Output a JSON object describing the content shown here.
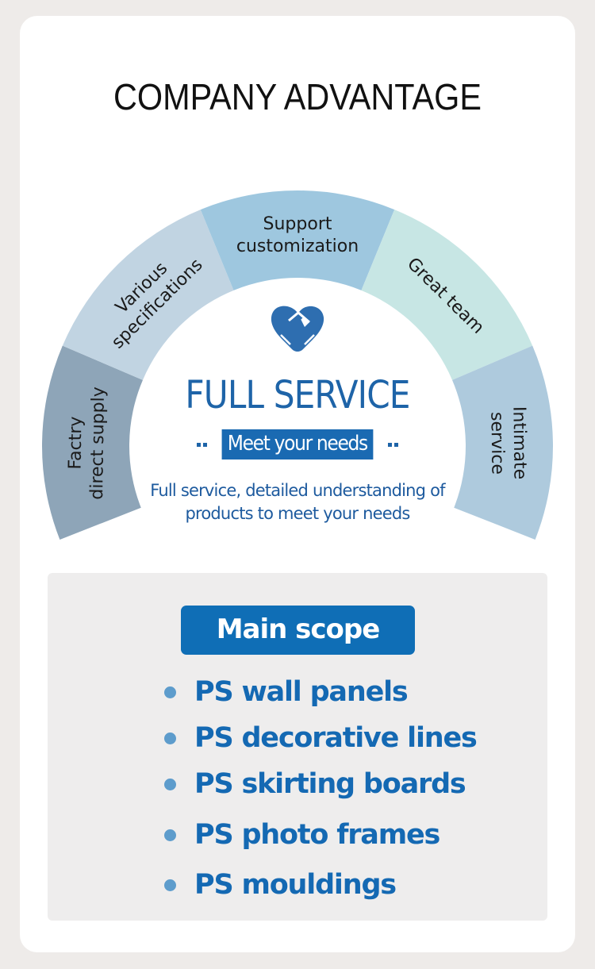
{
  "title": "COMPANY ADVANTAGE",
  "arc_segments": [
    {
      "lines": [
        "Factry",
        "direct supply"
      ],
      "color": "#8ea5b8"
    },
    {
      "lines": [
        "Various",
        "specifications"
      ],
      "color": "#c1d4e2"
    },
    {
      "lines": [
        "Support",
        "customization"
      ],
      "color": "#9ec7df"
    },
    {
      "lines": [
        "Great team"
      ],
      "color": "#c7e6e4"
    },
    {
      "lines": [
        "Intimate",
        "service"
      ],
      "color": "#aecadd"
    }
  ],
  "center": {
    "icon": "handshake-heart-icon",
    "heading": "FULL SERVICE",
    "tag": "Meet your needs",
    "description_lines": [
      "Full service, detailed understanding of",
      "products to meet your needs"
    ]
  },
  "scope": {
    "heading": "Main scope",
    "items": [
      "PS wall panels",
      "PS decorative lines",
      "PS skirting boards",
      "PS photo frames",
      "PS mouldings"
    ]
  },
  "colors": {
    "accent": "#1a6ab2",
    "heading_blue": "#1e64a8",
    "bullet": "#5d9ccc",
    "background": "#eeebe9",
    "scope_bg": "#eeeded"
  }
}
